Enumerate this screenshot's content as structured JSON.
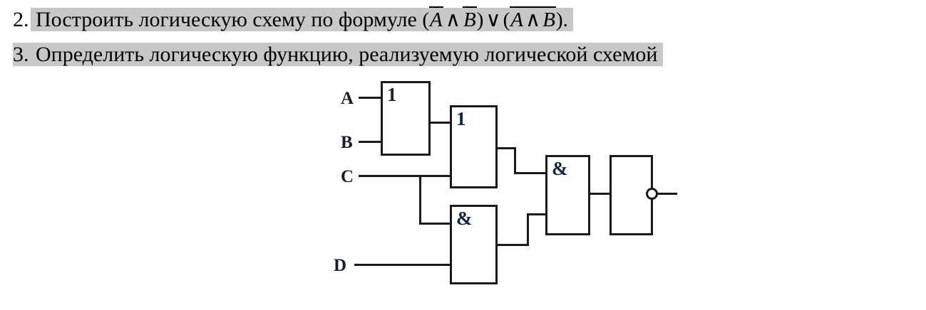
{
  "page": {
    "background_color": "#ffffff",
    "highlight_color": "#c8c8c8",
    "ink_color": "#1a1a1a"
  },
  "tasks": [
    {
      "number": "2.",
      "text": "Построить логическую схему по формуле",
      "formula": {
        "left_paren": "(",
        "term1": "A",
        "and1": "∧",
        "term2": "B",
        "right_paren": ")",
        "or": "∨",
        "left_paren2": "(",
        "term3": "A",
        "and2": "∧",
        "term4": "B",
        "right_paren2": ")",
        "period": ".",
        "plain": "(A ∧ B) ∨ (A ∧ B)."
      }
    },
    {
      "number": "3.",
      "text": "Определить логическую функцию, реализуемую логической схемой"
    }
  ],
  "circuit": {
    "inputs": [
      {
        "label": "A"
      },
      {
        "label": "B"
      },
      {
        "label": "C"
      },
      {
        "label": "D"
      }
    ],
    "gates": [
      {
        "id": "or1",
        "label": "1"
      },
      {
        "id": "or2",
        "label": "1"
      },
      {
        "id": "and1",
        "label": "&"
      },
      {
        "id": "and2",
        "label": "&"
      },
      {
        "id": "out",
        "label": ""
      }
    ],
    "output": {
      "inverted": true
    }
  }
}
